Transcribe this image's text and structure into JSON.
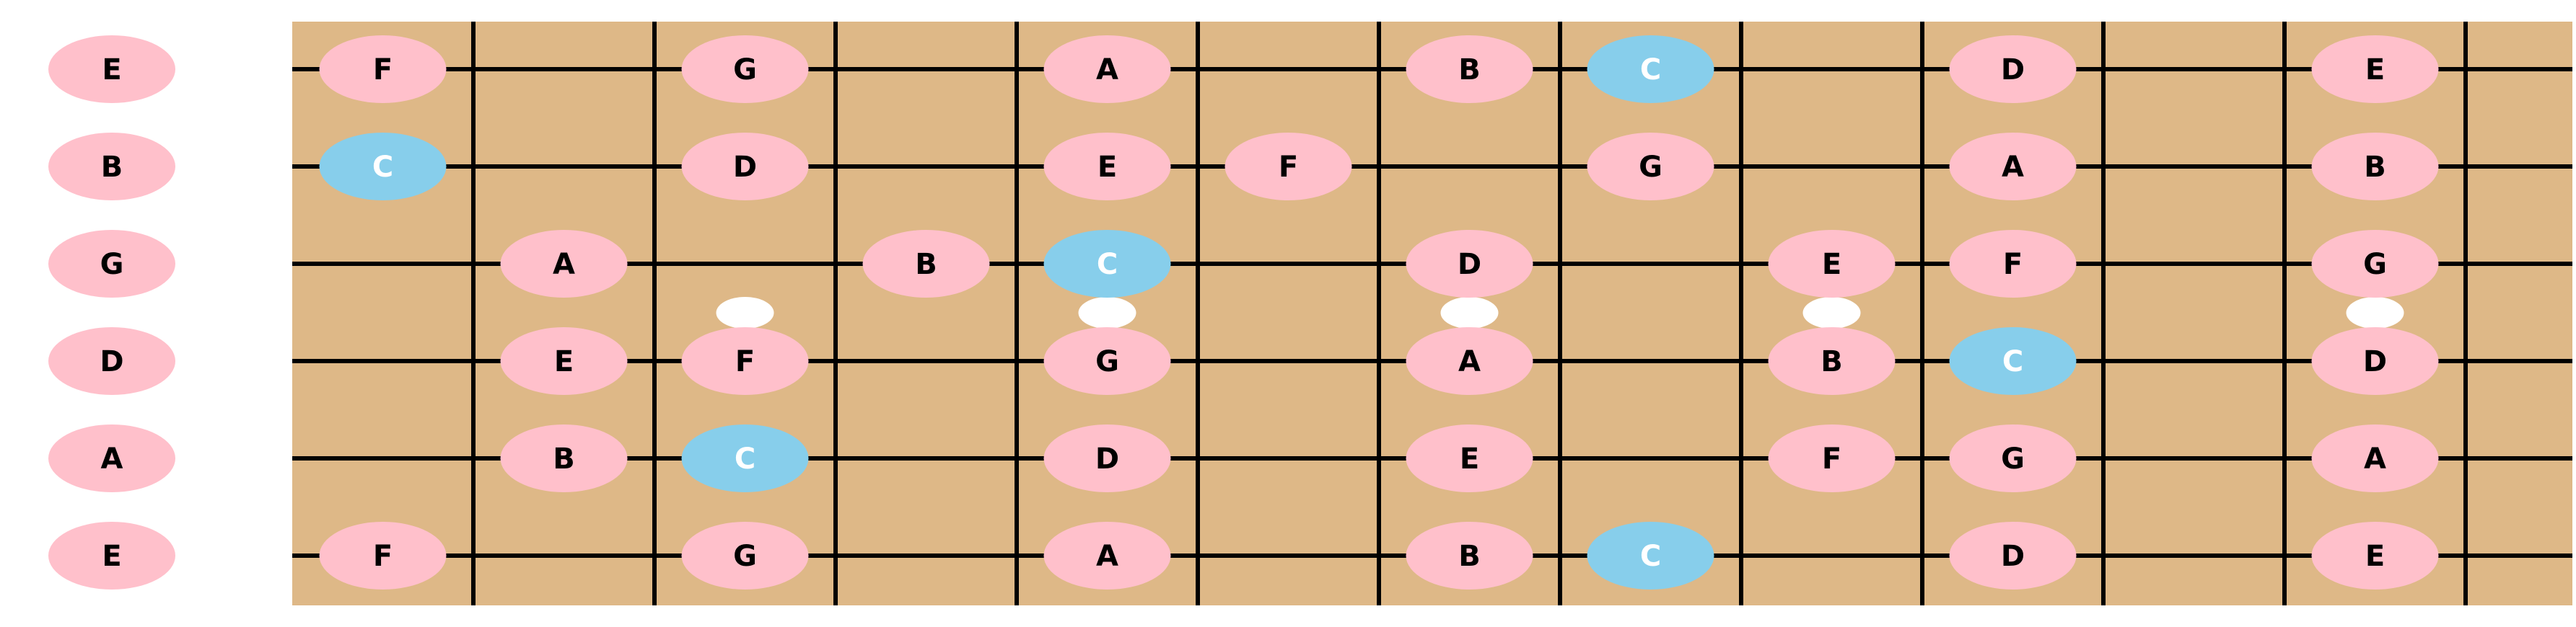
{
  "colors": {
    "fretboard": "#deb887",
    "line": "#000000",
    "note": "#ffc0cb",
    "root": "#87ceeb",
    "inlay": "#ffffff",
    "label_dark": "#000000",
    "label_light": "#ffffff"
  },
  "root_note": "C",
  "inlay_frets": [
    3,
    5,
    7,
    9,
    12
  ],
  "open_strings": [
    "E",
    "B",
    "G",
    "D",
    "A",
    "E"
  ],
  "strings": [
    {
      "open": "E",
      "notes": [
        [
          "F",
          1
        ],
        [
          "G",
          3
        ],
        [
          "A",
          5
        ],
        [
          "B",
          7
        ],
        [
          "C",
          8
        ],
        [
          "D",
          10
        ],
        [
          "E",
          12
        ]
      ]
    },
    {
      "open": "B",
      "notes": [
        [
          "C",
          1
        ],
        [
          "D",
          3
        ],
        [
          "E",
          5
        ],
        [
          "F",
          6
        ],
        [
          "G",
          8
        ],
        [
          "A",
          10
        ],
        [
          "B",
          12
        ]
      ]
    },
    {
      "open": "G",
      "notes": [
        [
          "A",
          2
        ],
        [
          "B",
          4
        ],
        [
          "C",
          5
        ],
        [
          "D",
          7
        ],
        [
          "E",
          9
        ],
        [
          "F",
          10
        ],
        [
          "G",
          12
        ]
      ]
    },
    {
      "open": "D",
      "notes": [
        [
          "E",
          2
        ],
        [
          "F",
          3
        ],
        [
          "G",
          5
        ],
        [
          "A",
          7
        ],
        [
          "B",
          9
        ],
        [
          "C",
          10
        ],
        [
          "D",
          12
        ]
      ]
    },
    {
      "open": "A",
      "notes": [
        [
          "B",
          2
        ],
        [
          "C",
          3
        ],
        [
          "D",
          5
        ],
        [
          "E",
          7
        ],
        [
          "F",
          9
        ],
        [
          "G",
          10
        ],
        [
          "A",
          12
        ]
      ]
    },
    {
      "open": "E",
      "notes": [
        [
          "F",
          1
        ],
        [
          "G",
          3
        ],
        [
          "A",
          5
        ],
        [
          "B",
          7
        ],
        [
          "C",
          8
        ],
        [
          "D",
          10
        ],
        [
          "E",
          12
        ]
      ]
    }
  ]
}
